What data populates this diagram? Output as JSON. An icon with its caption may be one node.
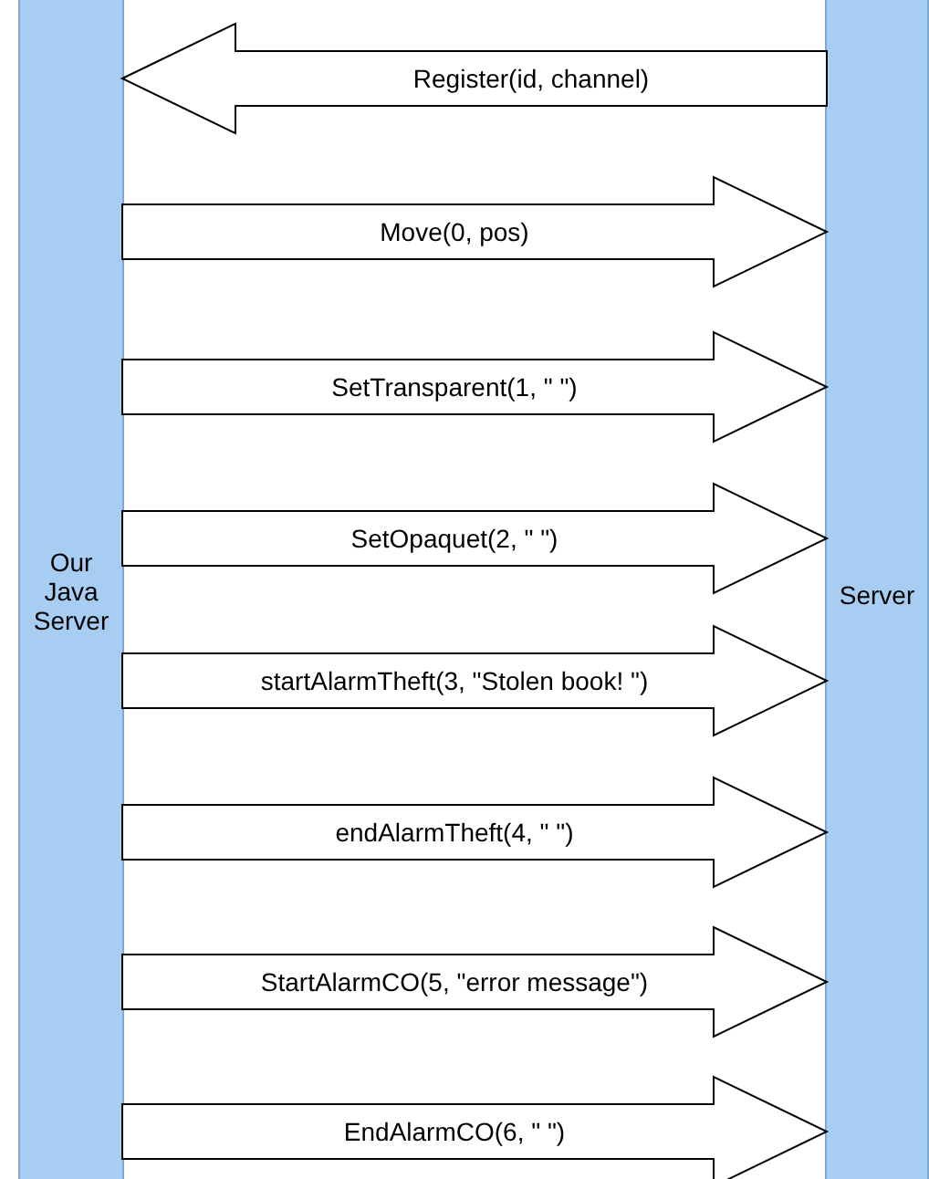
{
  "diagram": {
    "nodes": [
      {
        "text": [
          "Our Java Server"
        ]
      },
      {
        "text": [
          "Server"
        ]
      }
    ],
    "edges": [
      {
        "from": 1,
        "to": 0,
        "arrow": "to",
        "label": "Register(id, channel)"
      },
      {
        "from": 0,
        "to": 1,
        "arrow": "to",
        "label": "Move(0, pos)"
      },
      {
        "from": 0,
        "to": 1,
        "arrow": "to",
        "label": "SetTransparent(1, \" \")"
      },
      {
        "from": 0,
        "to": 1,
        "arrow": "to",
        "label": "SetOpaquet(2, \" \")"
      },
      {
        "from": 0,
        "to": 1,
        "arrow": "to",
        "label": "startAlarmTheft(3, \"Stolen book! \")"
      },
      {
        "from": 0,
        "to": 1,
        "arrow": "to",
        "label": "endAlarmTheft(4, \" \")"
      },
      {
        "from": 0,
        "to": 1,
        "arrow": "to",
        "label": "StartAlarmCO(5, \"error message\")"
      },
      {
        "from": 0,
        "to": 1,
        "arrow": "to",
        "label": "EndAlarmCO(6, \" \")"
      }
    ]
  }
}
